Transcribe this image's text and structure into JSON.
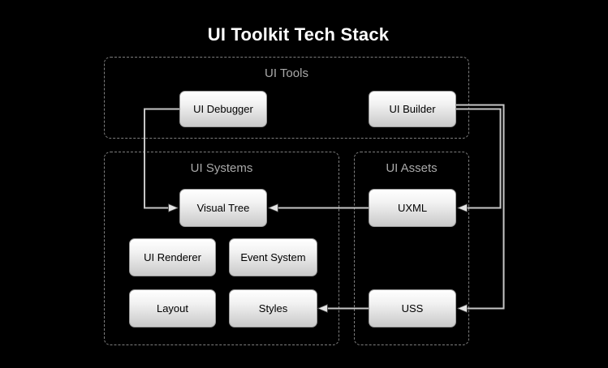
{
  "title": "UI Toolkit Tech Stack",
  "groups": {
    "ui_tools": {
      "label": "UI Tools"
    },
    "ui_systems": {
      "label": "UI Systems"
    },
    "ui_assets": {
      "label": "UI Assets"
    }
  },
  "nodes": {
    "ui_debugger": {
      "label": "UI Debugger",
      "group": "UI Tools"
    },
    "ui_builder": {
      "label": "UI Builder",
      "group": "UI Tools"
    },
    "visual_tree": {
      "label": "Visual Tree",
      "group": "UI Systems"
    },
    "ui_renderer": {
      "label": "UI Renderer",
      "group": "UI Systems"
    },
    "event_system": {
      "label": "Event System",
      "group": "UI Systems"
    },
    "layout": {
      "label": "Layout",
      "group": "UI Systems"
    },
    "styles": {
      "label": "Styles",
      "group": "UI Systems"
    },
    "uxml": {
      "label": "UXML",
      "group": "UI Assets"
    },
    "uss": {
      "label": "USS",
      "group": "UI Assets"
    }
  },
  "edges": [
    {
      "from": "UI Debugger",
      "to": "Visual Tree"
    },
    {
      "from": "UXML",
      "to": "Visual Tree"
    },
    {
      "from": "UI Builder",
      "to": "UXML"
    },
    {
      "from": "UI Builder",
      "to": "USS"
    },
    {
      "from": "USS",
      "to": "Styles"
    }
  ],
  "colors": {
    "background": "#000000",
    "title_text": "#ffffff",
    "group_border": "#7e7e7e",
    "group_label": "#a9a9a9",
    "node_fill_top": "#ffffff",
    "node_fill_bottom": "#c9c9c9",
    "node_border": "#9c9c9c",
    "node_text": "#000000",
    "edge_line": "#c6c6c6",
    "arrowhead_fill": "#e3e3e3"
  }
}
